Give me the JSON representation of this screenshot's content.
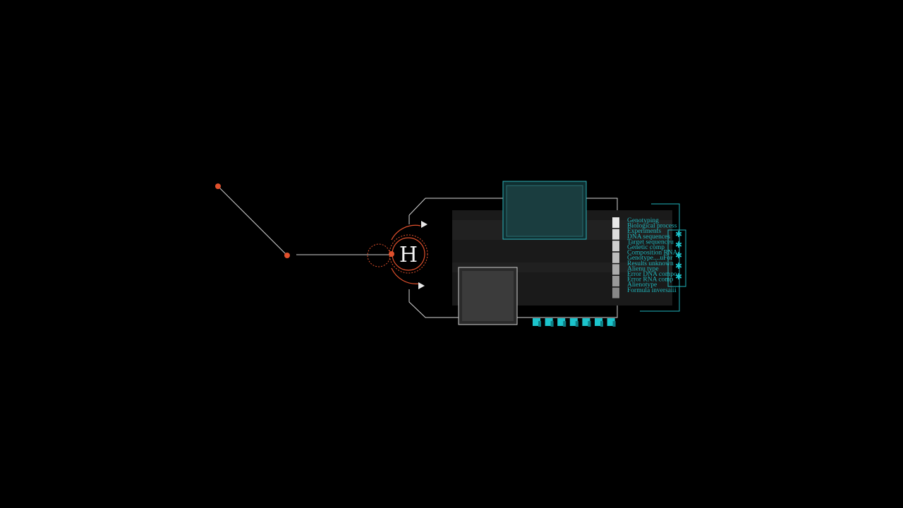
{
  "colors": {
    "background": "#000000",
    "accent_red": "#e0502c",
    "accent_cyan": "#1cc4cc",
    "frame_line": "#d9d9d9",
    "label_text": "#1fb5bb",
    "panel_fill": "#1a1a1a"
  },
  "hub": {
    "letter": "H"
  },
  "list": {
    "items": [
      "Genotyping",
      "Biological process",
      "Experiments",
      "DNA sequences",
      "Target sequenceu",
      "Genetic comp",
      "Composition RNA",
      "Genotype....uFor",
      "Results unknown",
      "Alienu type",
      "Error DNA compo",
      "Error RNA comp",
      "Alienotype",
      "Formula inversaiii"
    ]
  },
  "icons": {
    "star": "snowflake-star-icon",
    "arrow": "triangle-arrow-icon",
    "square": "filled-square-icon"
  }
}
